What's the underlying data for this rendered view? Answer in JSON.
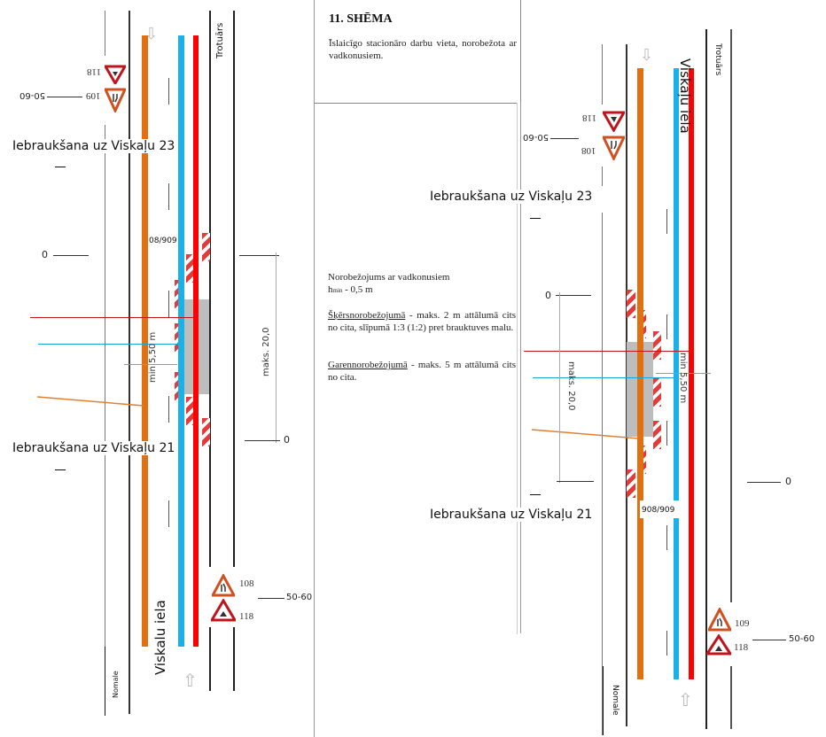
{
  "scheme": {
    "title": "11. SHĒMA",
    "subtitle": "Īslaicīgo stacionāro darbu vieta, norobežota ar vadkonusiem.",
    "notes": {
      "fence_intro": "Norobežojums ar vadkonusiem",
      "hmin_label": "h",
      "hmin_sub": "min",
      "hmin_value": " - 0,5 m",
      "cross_term": "Šķērsnorobežojumā",
      "cross_text": " - maks. 2 m attālumā cits no cita, slīpumā 1:3 (1:2) pret brauktuves malu.",
      "long_term": "Garennorobežojumā",
      "long_text": " - maks. 5 m attālumā cits no cita."
    }
  },
  "left_diagram": {
    "street_name": "Viskalu iela",
    "sidewalk_label": "Trotuārs",
    "shoulder_label": "Nomale",
    "entry_top": "Iebraukšana uz Viskaļu 23",
    "entry_bottom": "Iebraukšana uz Viskaļu 21",
    "sign_code_label": "08/909",
    "min_width_label": "min 5,50 m",
    "max_length_label": "maks. 20,0",
    "zero_left": "0",
    "zero_right": "0",
    "signs_top": [
      {
        "code": "118",
        "type": "roadworks"
      },
      {
        "code": "109",
        "type": "road-narrows"
      }
    ],
    "signs_top_distance": "50-60",
    "signs_bottom": [
      {
        "code": "108",
        "type": "road-narrows"
      },
      {
        "code": "118",
        "type": "roadworks"
      }
    ],
    "signs_bottom_distance": "50-60"
  },
  "right_diagram": {
    "street_name": "Viskaļu iela",
    "sidewalk_label": "Trotuārs",
    "shoulder_label": "Nomale",
    "entry_top": "Iebraukšana uz Viskaļu 23",
    "entry_bottom": "Iebraukšana uz Viskaļu 21",
    "sign_code_label": "908/909",
    "min_width_label": "min 5,50 m",
    "max_length_label": "maks. 20,0",
    "zero_left": "0",
    "zero_right": "0",
    "signs_top": [
      {
        "code": "118",
        "type": "roadworks"
      },
      {
        "code": "108",
        "type": "road-narrows"
      }
    ],
    "signs_top_distance": "50-60",
    "signs_bottom": [
      {
        "code": "109",
        "type": "road-narrows"
      },
      {
        "code": "118",
        "type": "roadworks"
      }
    ],
    "signs_bottom_distance": "50-60"
  },
  "utility_colors": {
    "orange": "#e07010",
    "blue": "#1ab0e8",
    "red": "#ff0000",
    "dark_red_line": "#c0141c",
    "cyan_line": "#1aa5d0",
    "orange_line": "#e08030"
  }
}
